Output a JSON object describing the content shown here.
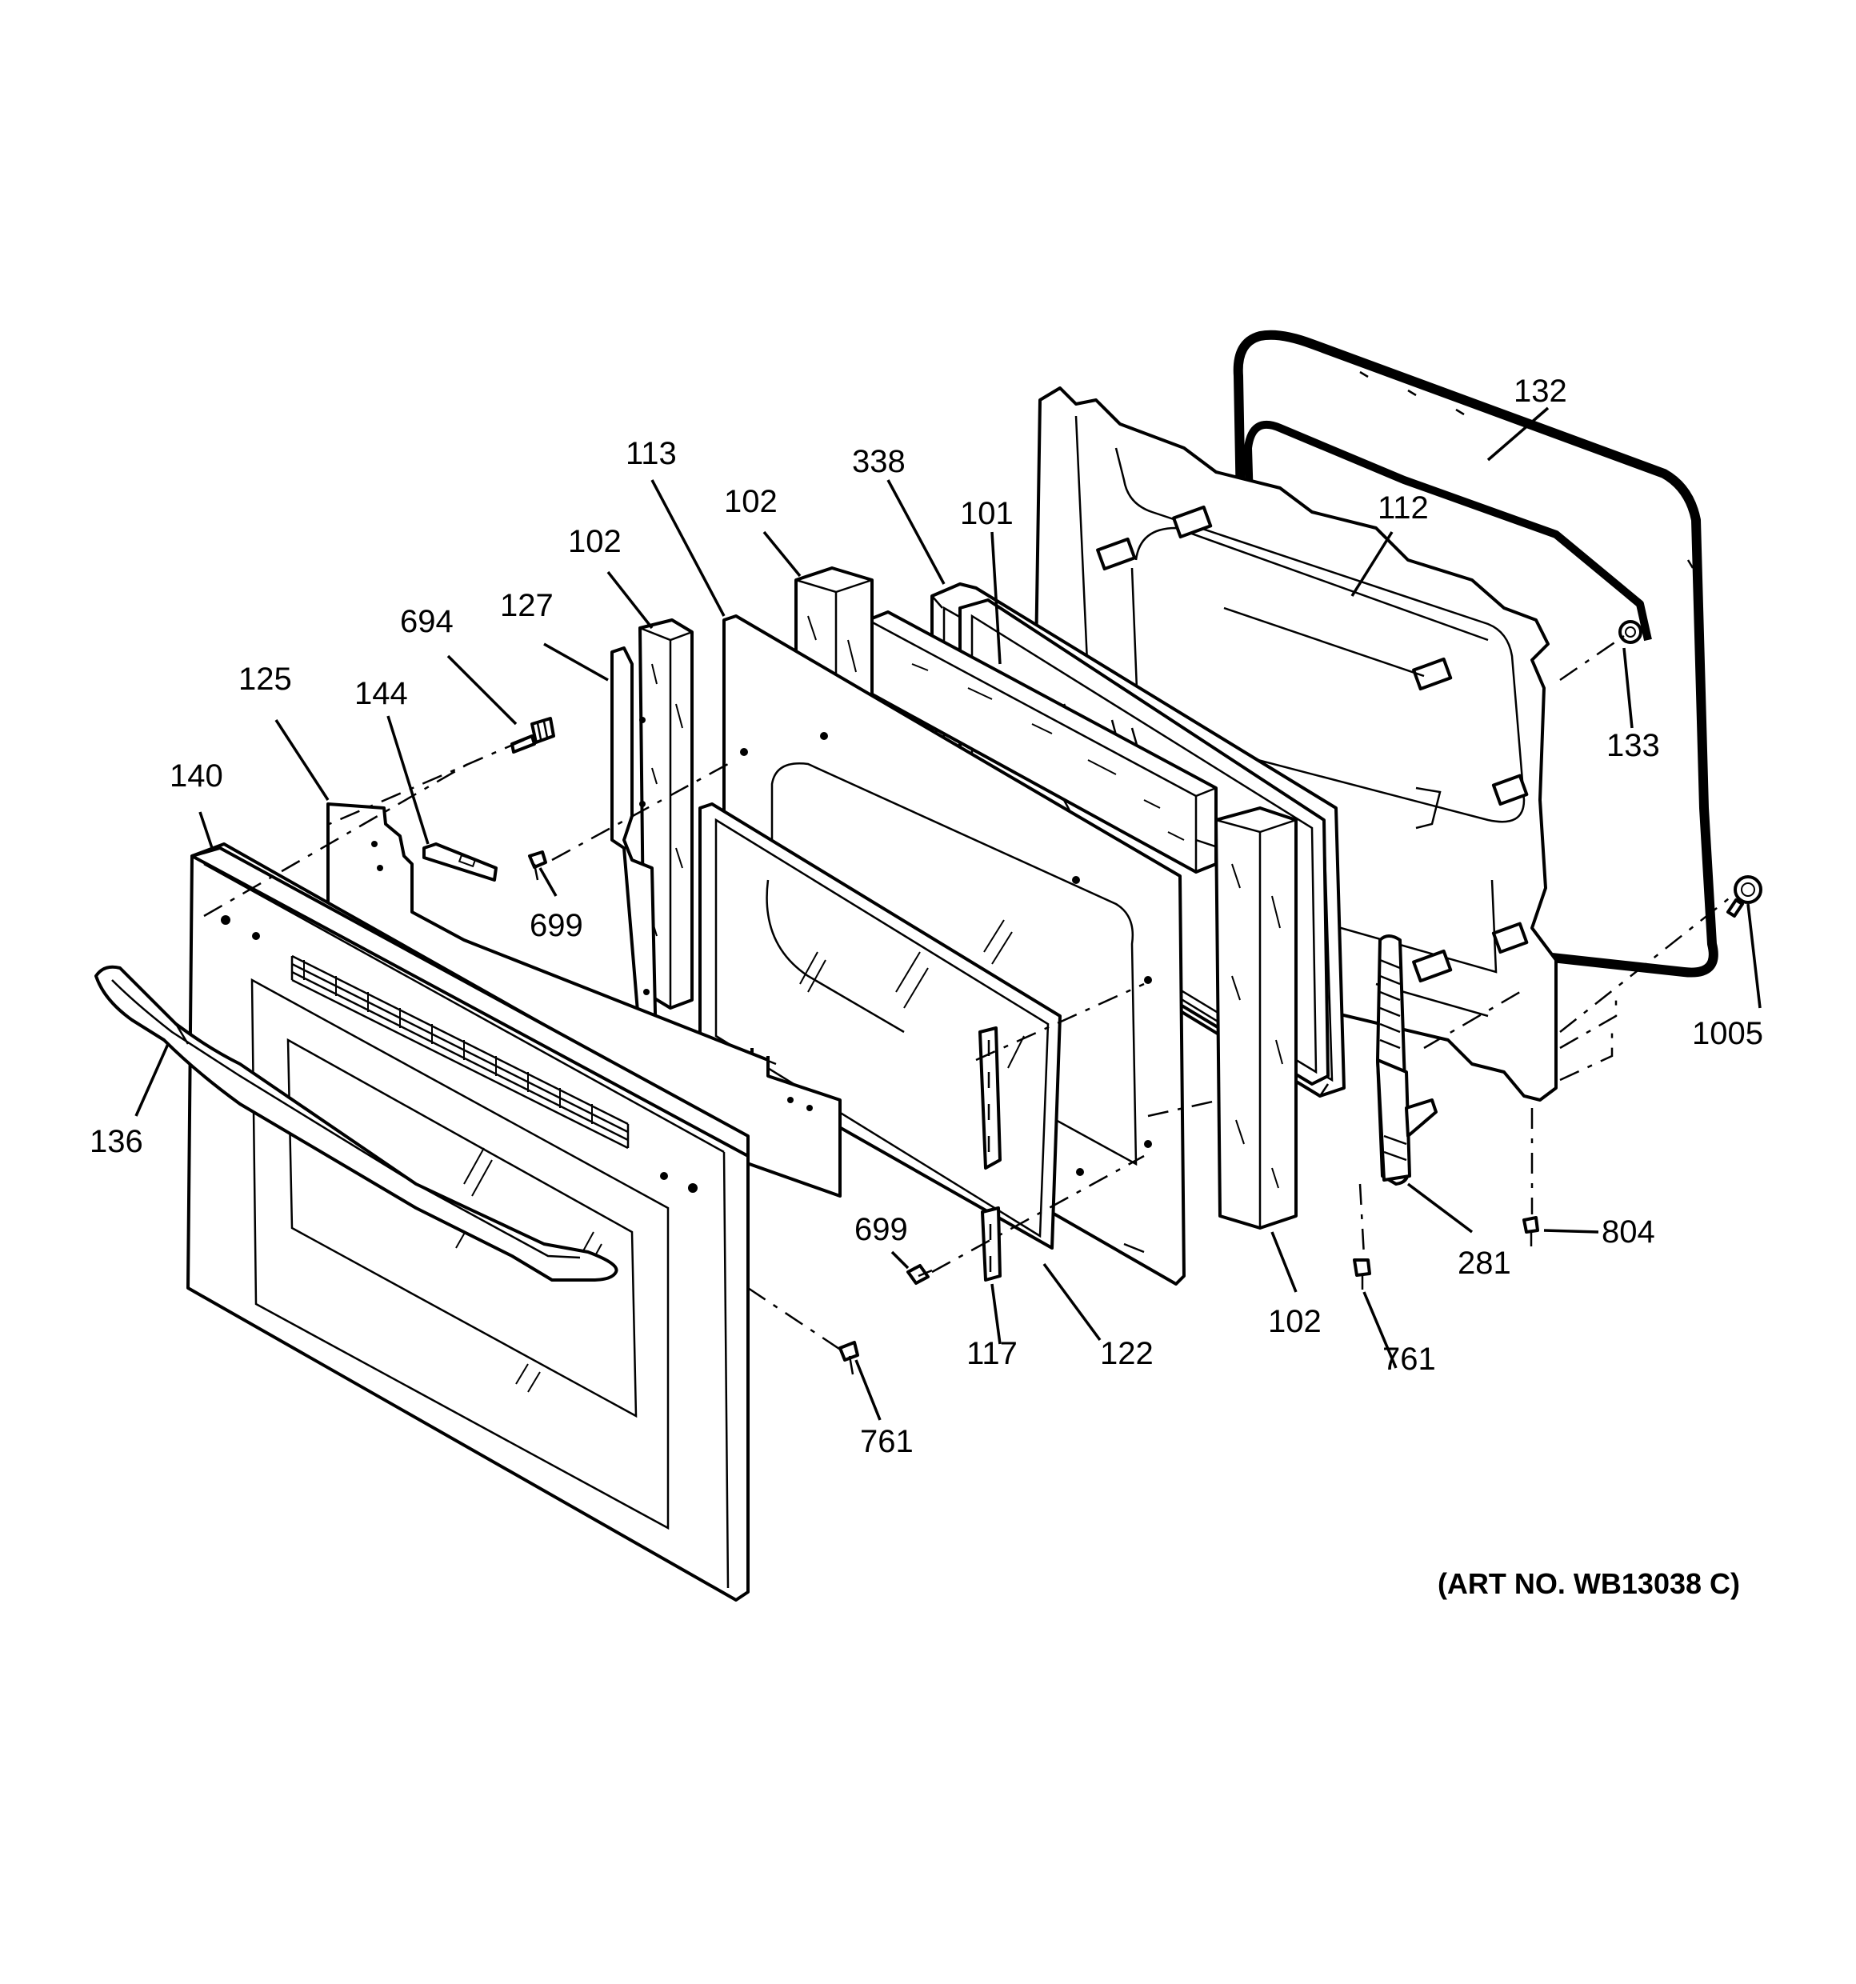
{
  "diagram": {
    "art_number": "(ART NO. WB13038 C)",
    "labels": {
      "p132": "132",
      "p112": "112",
      "p133": "133",
      "p1005": "1005",
      "p338": "338",
      "p101": "101",
      "p113": "113",
      "p102a": "102",
      "p102b": "102",
      "p102c": "102",
      "p127": "127",
      "p694": "694",
      "p144": "144",
      "p125": "125",
      "p140": "140",
      "p699a": "699",
      "p699b": "699",
      "p136": "136",
      "p117": "117",
      "p122": "122",
      "p761a": "761",
      "p761b": "761",
      "p281": "281",
      "p804": "804"
    }
  }
}
